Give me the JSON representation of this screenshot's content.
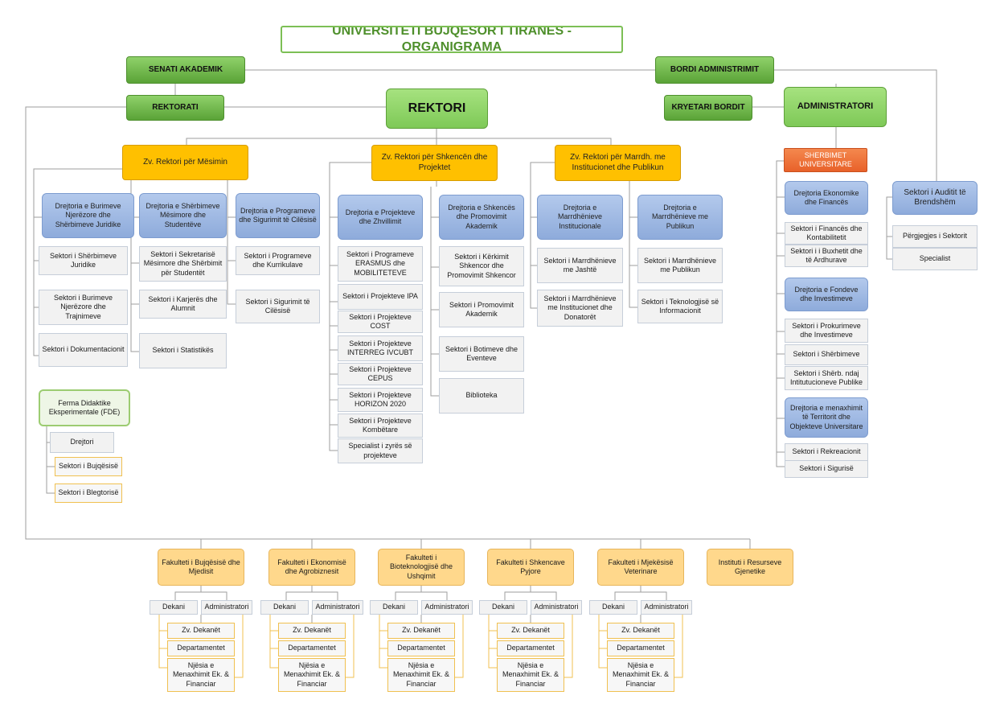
{
  "title": "UNIVERSITETI BUJQËSOR I TIRANËS - ORGANIGRAMA",
  "top": {
    "senati": "SENATI AKADEMIK",
    "bordi": "BORDI ADMINISTRIMIT",
    "rektorati": "REKTORATI",
    "rektori": "REKTORI",
    "kryetari_bordit": "KRYETARI BORDIT",
    "administratori": "ADMINISTRATORI"
  },
  "vice_rectors": {
    "mesimi": "Zv. Rektori për Mësimin",
    "shkenca": "Zv. Rektori për  Shkencën dhe Projektet",
    "marrdh": "Zv. Rektori për  Marrdh. me Institucionet dhe Publikun"
  },
  "mesimi": {
    "d1": {
      "title": "Drejtoria e Burimeve Njerëzore dhe Shërbimeve Juridike",
      "items": [
        "Sektori i Shërbimeve Juridike",
        "Sektori i Burimeve Njerëzore dhe Trajnimeve",
        "Sektori i Dokumentacionit"
      ]
    },
    "d2": {
      "title": "Drejtoria e Shërbimeve Mësimore dhe Studentëve",
      "items": [
        "Sektori i Sekretarisë Mësimore dhe Shërbimit për Studentët",
        "Sektori i Karjerës dhe Alumnit",
        "Sektori i Statistikës"
      ]
    },
    "d3": {
      "title": "Drejtoria e Programeve dhe Sigurimit të Cilësisë",
      "items": [
        "Sektori i Programeve dhe Kurrikulave",
        "Sektori i Sigurimit të Cilësisë"
      ]
    }
  },
  "ferma": {
    "title": "Ferma Didaktike Eksperimentale (FDE)",
    "items": [
      "Drejtori",
      "Sektori i Bujqësisë",
      "Sektori i Blegtorisë"
    ]
  },
  "shkenca": {
    "d1": {
      "title": "Drejtoria e Projekteve dhe Zhvillimit",
      "items": [
        "Sektori i Programeve ERASMUS dhe MOBILITETEVE",
        "Sektori i Projekteve IPA",
        "Sektori i Projekteve COST",
        "Sektori i Projekteve INTERREG IVCUBT",
        "Sektori i Projekteve CEPUS",
        "Sektori i Projekteve HORIZON 2020",
        "Sektori i Projekteve Kombëtare",
        "Specialist i zyrës së projekteve"
      ]
    },
    "d2": {
      "title": "Drejtoria e Shkencës dhe Promovimit Akademik",
      "items": [
        "Sektori i Kërkimit Shkencor dhe Promovimit Shkencor",
        "Sektori i Promovimit Akademik",
        "Sektori i Botimeve dhe Eventeve",
        "Biblioteka"
      ]
    }
  },
  "marrdh": {
    "d1": {
      "title": "Drejtoria e Marrdhënieve Institucionale",
      "items": [
        "Sektori i Marrdhënieve me Jashtë",
        "Sektori i Marrdhënieve me Institucionet dhe Donatorët"
      ]
    },
    "d2": {
      "title": "Drejtoria e Marrdhënieve me Publikun",
      "items": [
        "Sektori i Marrdhënieve me Publikun",
        "Sektori i Teknologjisë së Informacionit"
      ]
    }
  },
  "sherbimet": {
    "title": "SHERBIMET UNIVERSITARE",
    "d1": {
      "title": "Drejtoria Ekonomike dhe Financës",
      "items": [
        "Sektori i Financës dhe Kontabilitetit",
        "Sektori i i Buxhetit dhe të Ardhurave"
      ]
    },
    "d2": {
      "title": "Drejtoria e Fondeve dhe Investimeve",
      "items": [
        "Sektori i Prokurimeve dhe Investimeve",
        "Sektori i Shërbimeve",
        "Sektori i Shërb. ndaj Intitutucioneve Publike"
      ]
    },
    "d3": {
      "title": "Drejtoria e menaxhimit të Territorit dhe Objekteve Universitare",
      "items": [
        "Sektori i Rekreacionit",
        "Sektori i Sigurisë"
      ]
    }
  },
  "auditi": {
    "title": "Sektori i Auditit të Brendshëm",
    "items": [
      "Përgjegjes i Sektorit",
      "Specialist"
    ]
  },
  "faculties": [
    {
      "name": "Fakulteti i Bujqësisë dhe Mjedisit"
    },
    {
      "name": "Fakulteti i Ekonomisë dhe Agrobiznesit"
    },
    {
      "name": "Fakulteti i Bioteknologjisë dhe Ushqimit"
    },
    {
      "name": "Fakulteti i Shkencave Pyjore"
    },
    {
      "name": "Fakulteti i Mjekësisë Veterinare"
    }
  ],
  "instituti": "Instituti i Resurseve Gjenetike",
  "faculty_units": {
    "dekani": "Dekani",
    "administratori": "Administratori",
    "zv_dekanet": "Zv. Dekanët",
    "departamentet": "Departamentet",
    "njesia": "Njësia e Menaxhimit Ek. & Financiar"
  },
  "colors": {
    "green": "#6cbb46",
    "yellow": "#ffc000",
    "blue": "#9db8e3",
    "orange": "#ef7136",
    "peach": "#ffd88c"
  }
}
